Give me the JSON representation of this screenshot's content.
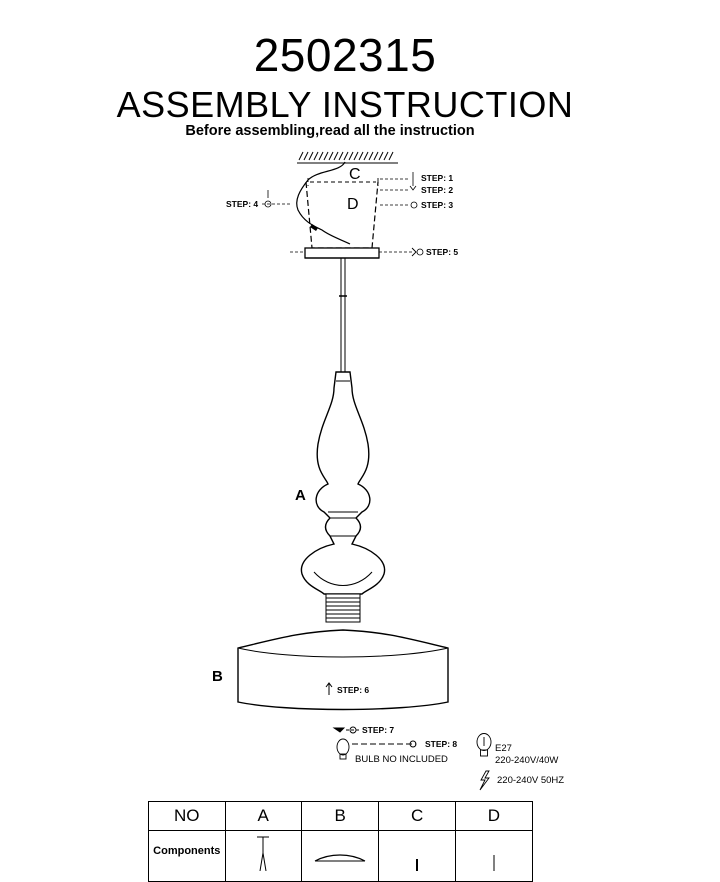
{
  "header": {
    "model_number": "2502315",
    "title": "ASSEMBLY INSTRUCTION",
    "note": "Before assembling,read all the instruction"
  },
  "part_labels": {
    "a": "A",
    "b": "B",
    "c": "C",
    "d": "D"
  },
  "steps": {
    "s1": "STEP: 1",
    "s2": "STEP: 2",
    "s3": "STEP: 3",
    "s4": "STEP: 4",
    "s5": "STEP: 5",
    "s6": "STEP: 6",
    "s7": "STEP: 7",
    "s8": "STEP: 8"
  },
  "specs": {
    "bulb_note": "BULB NO INCLUDED",
    "socket": "E27",
    "bulb_power": "220-240V/40W",
    "supply": "220-240V 50HZ"
  },
  "table": {
    "no_header": "NO",
    "col_a": "A",
    "col_b": "B",
    "col_c": "C",
    "col_d": "D",
    "components_label": "Components"
  }
}
